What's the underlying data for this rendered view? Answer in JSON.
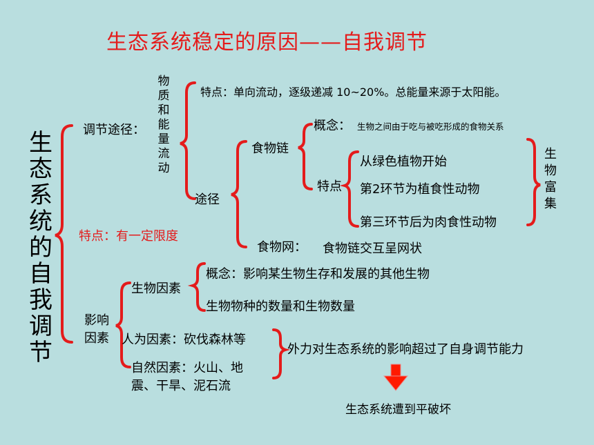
{
  "title": "生态系统稳定的原因——自我调节",
  "main_topic": "生态系统的自我调节",
  "regulation": {
    "label": "调节途径：",
    "energy_flow": "物质和能量流动",
    "feature": "特点：单向流动，逐级递减 10~20%。总能量来源于太阳能。",
    "pathway": "途径",
    "food_chain": "食物链",
    "food_chain_concept_label": "概念：",
    "food_chain_concept": "生物之间由于吃与被吃形成的食物关系",
    "food_chain_feature_label": "特点",
    "food_chain_features": [
      "从绿色植物开始",
      "第2环节为植食性动物",
      "第三环节后为肉食性动物"
    ],
    "bio_enrichment": "生物富集",
    "food_web_label": "食物网：",
    "food_web": "食物链交互呈网状"
  },
  "limit": "特点：有一定限度",
  "factors": {
    "label": "影响因素",
    "biological": "生物因素",
    "bio_concept": "概念：影响某生物生存和发展的其他生物",
    "bio_quantity": "生物物种的数量和生物数量",
    "human": "人为因素：砍伐森林等",
    "natural_1": "自然因素：火山、地",
    "natural_2": "震、干旱、泥石流",
    "impact": "外力对生态系统的影响超过了自身调节能力",
    "result": "生态系统遭到平破坏"
  },
  "colors": {
    "background": "#b9dedf",
    "accent": "#e41b1b"
  }
}
